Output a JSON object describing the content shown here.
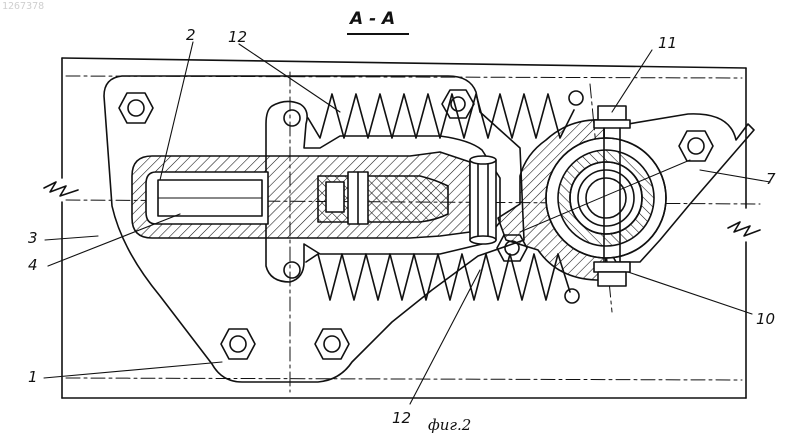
{
  "header_stamp": "1267378",
  "section_title": "А - А",
  "figure_caption": "фиг.2",
  "labels": [
    "1",
    "2",
    "3",
    "4",
    "7",
    "10",
    "11",
    "12",
    "12"
  ]
}
